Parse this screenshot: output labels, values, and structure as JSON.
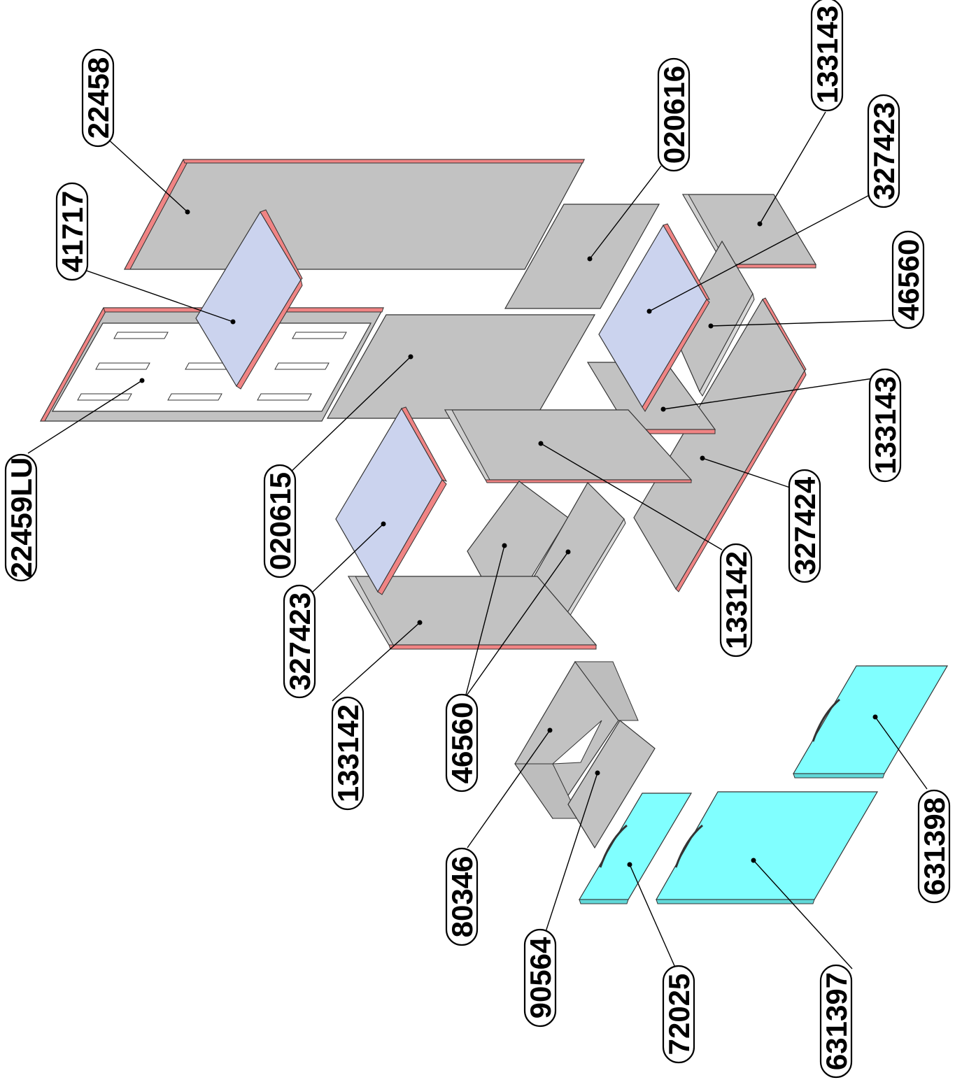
{
  "colors": {
    "panel": "#c2c2c2",
    "edge_red": "#f08484",
    "blue": "#cbd3ee",
    "cyan": "#80ffff",
    "outline": "#333333"
  },
  "labels": {
    "l22458": "22458",
    "l41717": "41717",
    "l22459LU": "22459LU",
    "l020616": "020616",
    "l133143a": "133143",
    "l327423a": "327423",
    "l46560a": "46560",
    "l133143b": "133143",
    "l020615": "020615",
    "l327424": "327424",
    "l133142a": "133142",
    "l327423b": "327423",
    "l133142b": "133142",
    "l46560b": "46560",
    "l80346": "80346",
    "l90564": "90564",
    "l72025": "72025",
    "l631397": "631397",
    "l631398": "631398"
  }
}
